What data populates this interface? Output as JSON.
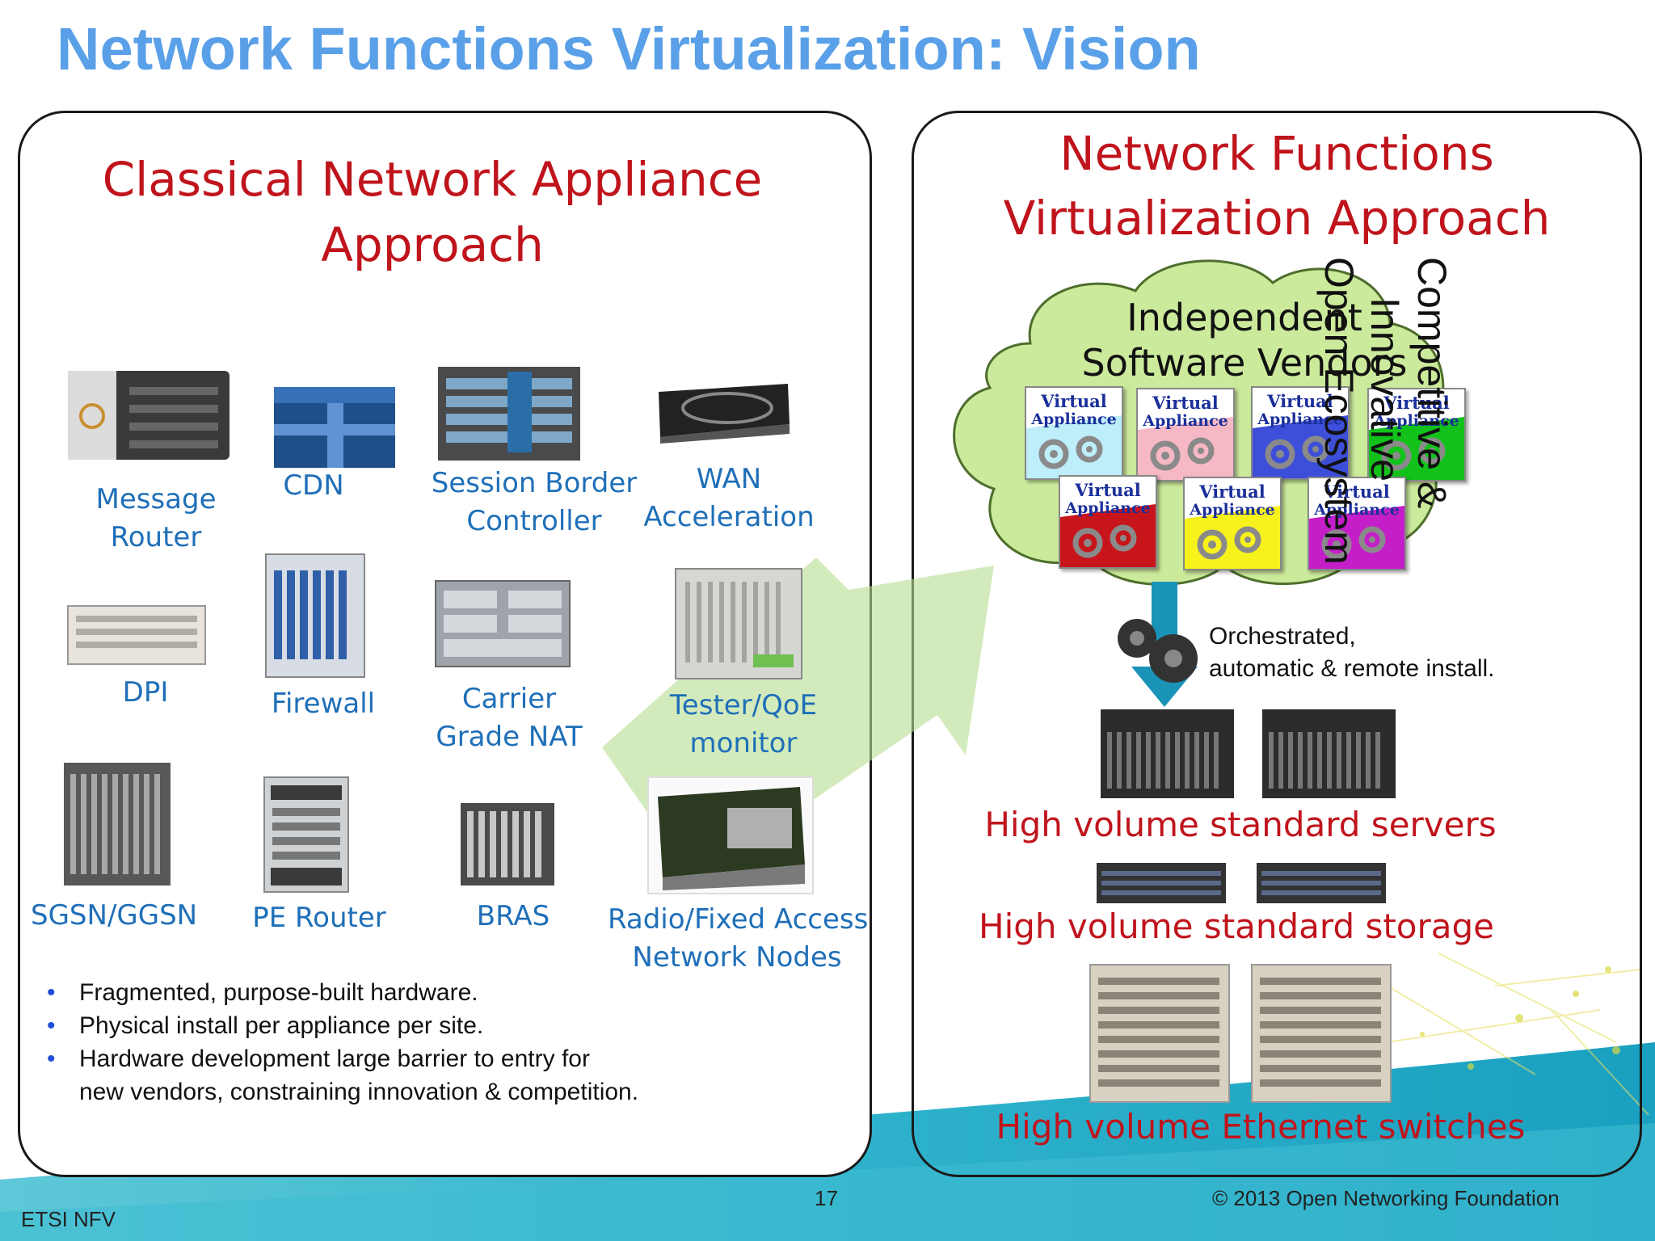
{
  "title": "Network Functions Virtualization: Vision",
  "left": {
    "heading_line1": "Classical Network Appliance",
    "heading_line2": "Approach",
    "devices": [
      {
        "line1": "Message",
        "line2": "Router"
      },
      {
        "line1": "CDN",
        "line2": ""
      },
      {
        "line1": "Session Border",
        "line2": "Controller"
      },
      {
        "line1": "WAN",
        "line2": "Acceleration"
      },
      {
        "line1": "DPI",
        "line2": ""
      },
      {
        "line1": "Firewall",
        "line2": ""
      },
      {
        "line1": "Carrier",
        "line2": "Grade NAT"
      },
      {
        "line1": "Tester/QoE",
        "line2": "monitor"
      },
      {
        "line1": "SGSN/GGSN",
        "line2": ""
      },
      {
        "line1": "PE Router",
        "line2": ""
      },
      {
        "line1": "BRAS",
        "line2": ""
      },
      {
        "line1": "Radio/Fixed Access",
        "line2": "Network Nodes"
      }
    ],
    "bullets": [
      "Fragmented, purpose-built hardware.",
      "Physical install per appliance per site.",
      "Hardware development large barrier to entry for",
      "new vendors, constraining innovation & competition."
    ]
  },
  "right": {
    "heading_line1": "Network Functions",
    "heading_line2": "Virtualization Approach",
    "cloud_line1": "Independent",
    "cloud_line2": "Software Vendors",
    "va_line1": "Virtual",
    "va_line2": "Appliance",
    "va_colors": [
      "#bdeefa",
      "#f6b8c4",
      "#3d4fd8",
      "#12c21a",
      "#c8151c",
      "#f7f21c",
      "#c41ec8"
    ],
    "vertical_line1": "Competitive &",
    "vertical_line2": "Innovative",
    "vertical_line3": "Open Ecosystem",
    "orchestrated_line1": "Orchestrated,",
    "orchestrated_line2": "automatic & remote install.",
    "servers_label": "High volume standard servers",
    "storage_label": "High volume standard storage",
    "switches_label": "High volume Ethernet switches"
  },
  "footer": {
    "left": "ETSI NFV",
    "page": "17",
    "copyright": "© 2013 Open Networking Foundation"
  }
}
